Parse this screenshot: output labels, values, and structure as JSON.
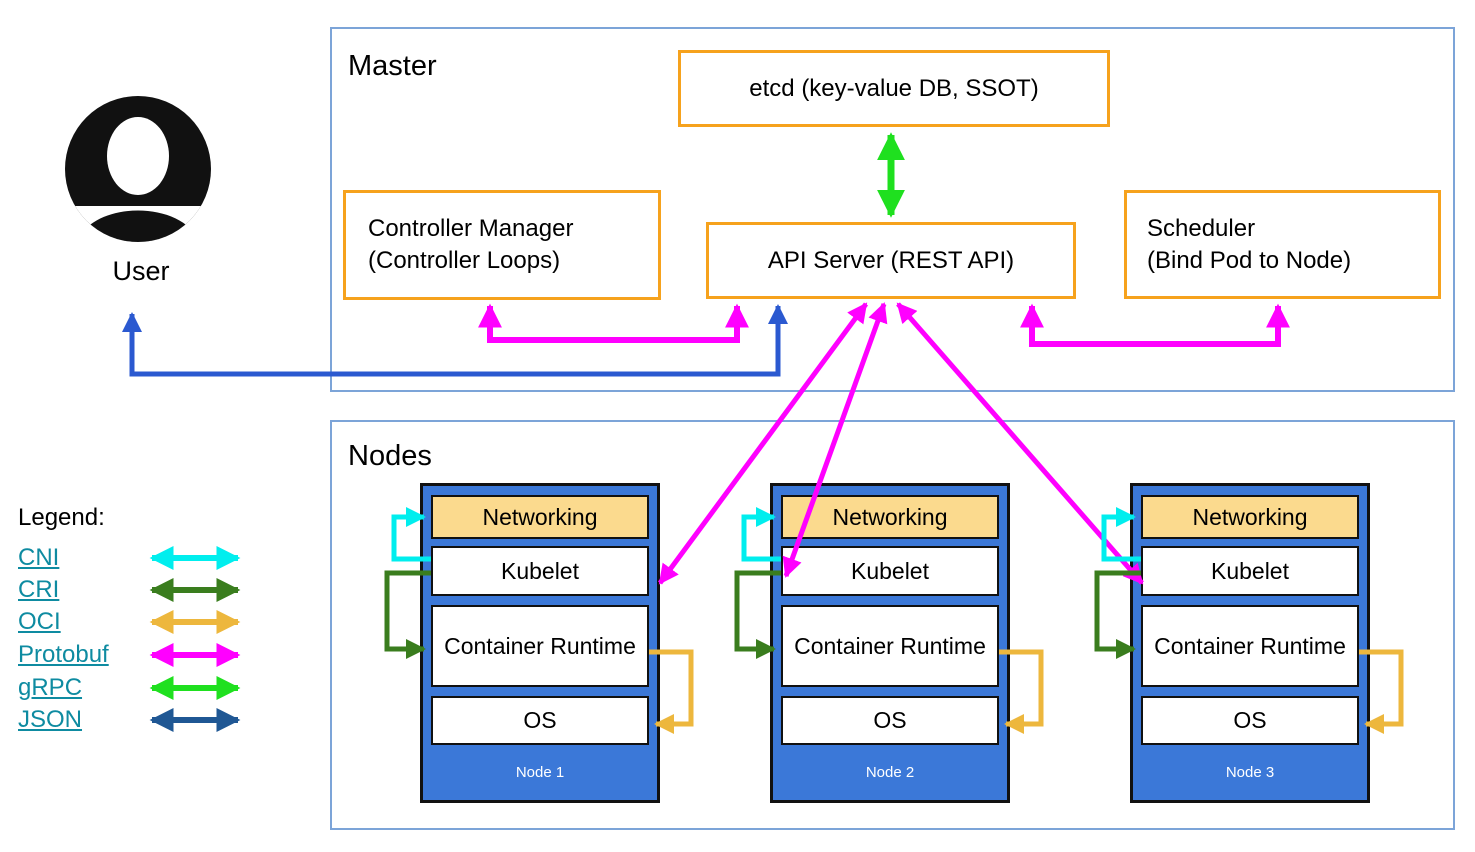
{
  "master": {
    "title": "Master",
    "etcd_label": "etcd (key-value DB, SSOT)",
    "controller_manager_line1": "Controller Manager",
    "controller_manager_line2": "(Controller Loops)",
    "api_server_label": "API Server (REST API)",
    "scheduler_line1": "Scheduler",
    "scheduler_line2": "(Bind Pod to Node)"
  },
  "user": {
    "label": "User"
  },
  "nodes_section": {
    "title": "Nodes",
    "layers": {
      "networking": "Networking",
      "kubelet": "Kubelet",
      "container_runtime": "Container Runtime",
      "os": "OS"
    },
    "nodes": [
      {
        "label": "Node 1"
      },
      {
        "label": "Node 2"
      },
      {
        "label": "Node 3"
      }
    ]
  },
  "legend": {
    "title": "Legend:",
    "items": [
      {
        "label": "CNI",
        "color": "#00eeee"
      },
      {
        "label": "CRI",
        "color": "#3a7d1e"
      },
      {
        "label": "OCI",
        "color": "#edb73d"
      },
      {
        "label": "Protobuf",
        "color": "#ff00ff"
      },
      {
        "label": "gRPC",
        "color": "#1fe01f"
      },
      {
        "label": "JSON",
        "color": "#1f5794"
      }
    ]
  },
  "colors": {
    "orange_box_border": "#f6a21d",
    "section_border": "#7ca4d8",
    "node_fill": "#3b78d8",
    "networking_fill": "#fbda8e",
    "user_api_arrow_blue": "#2b59d0",
    "legend_link_teal": "#0e8ba1"
  }
}
